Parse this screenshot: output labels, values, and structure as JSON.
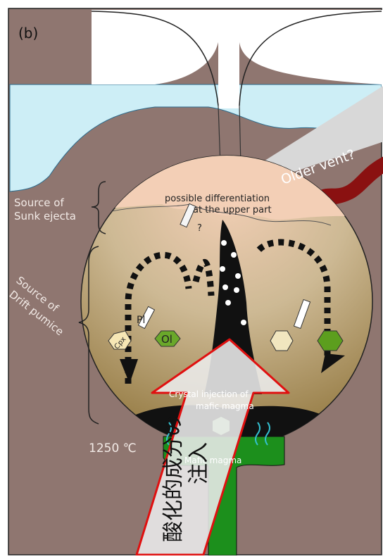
{
  "panel_label": "(b)",
  "labels": {
    "source_sunk_1": "Source of",
    "source_sunk_2": "Sunk ejecta",
    "source_drift_1": "Source of",
    "source_drift_2": "Drift pumice",
    "older_vent": "Older vent?",
    "differentiation_1": "possible differentiation",
    "differentiation_2": "at the upper part",
    "question": "?",
    "cpx": "Cpx",
    "pl": "Pl",
    "ol": "Ol",
    "injection_1": "Crystal injection of",
    "injection_2": "mafic magma",
    "mafic_magma": "Mafic magma",
    "temperature": "1250 ℃"
  },
  "annotation": {
    "line1": "酸化的成分の",
    "line2": "注入"
  },
  "colors": {
    "water": "#cdeef6",
    "crust": "#8f7670",
    "chamber_top": "#f3cfb6",
    "chamber_mid": "#cdb994",
    "chamber_bottom": "#8d7238",
    "mafic": "#1c8f1c",
    "vent": "#8a1111",
    "annotation_outline": "#e01010"
  }
}
